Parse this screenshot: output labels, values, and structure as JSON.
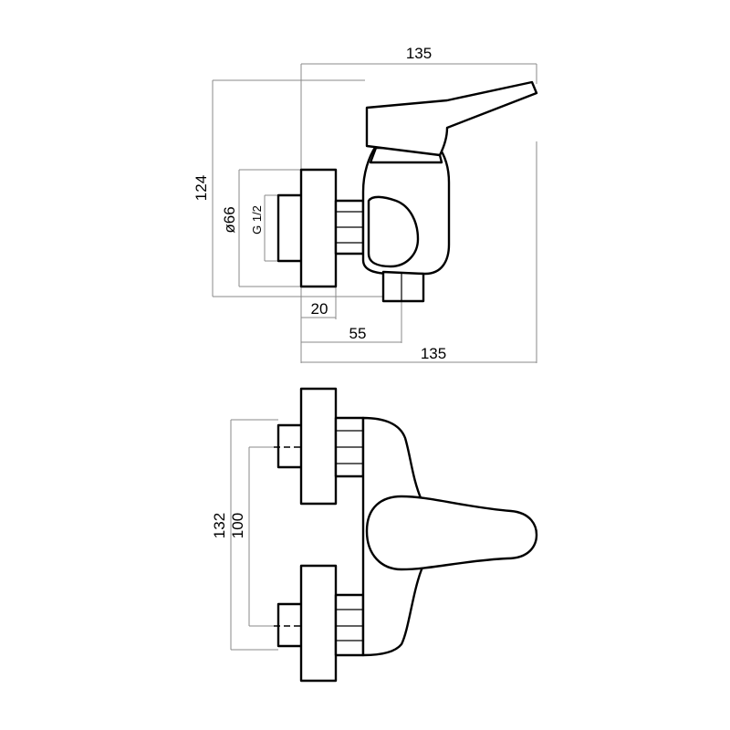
{
  "side_view": {
    "dims": {
      "width_top": "135",
      "height": "124",
      "flange_diameter": "ø66",
      "thread": "G 1/2",
      "flange_offset": "20",
      "outlet_offset": "55",
      "width_bottom": "135"
    }
  },
  "top_view": {
    "dims": {
      "overall_length": "132",
      "center_distance": "100"
    }
  }
}
